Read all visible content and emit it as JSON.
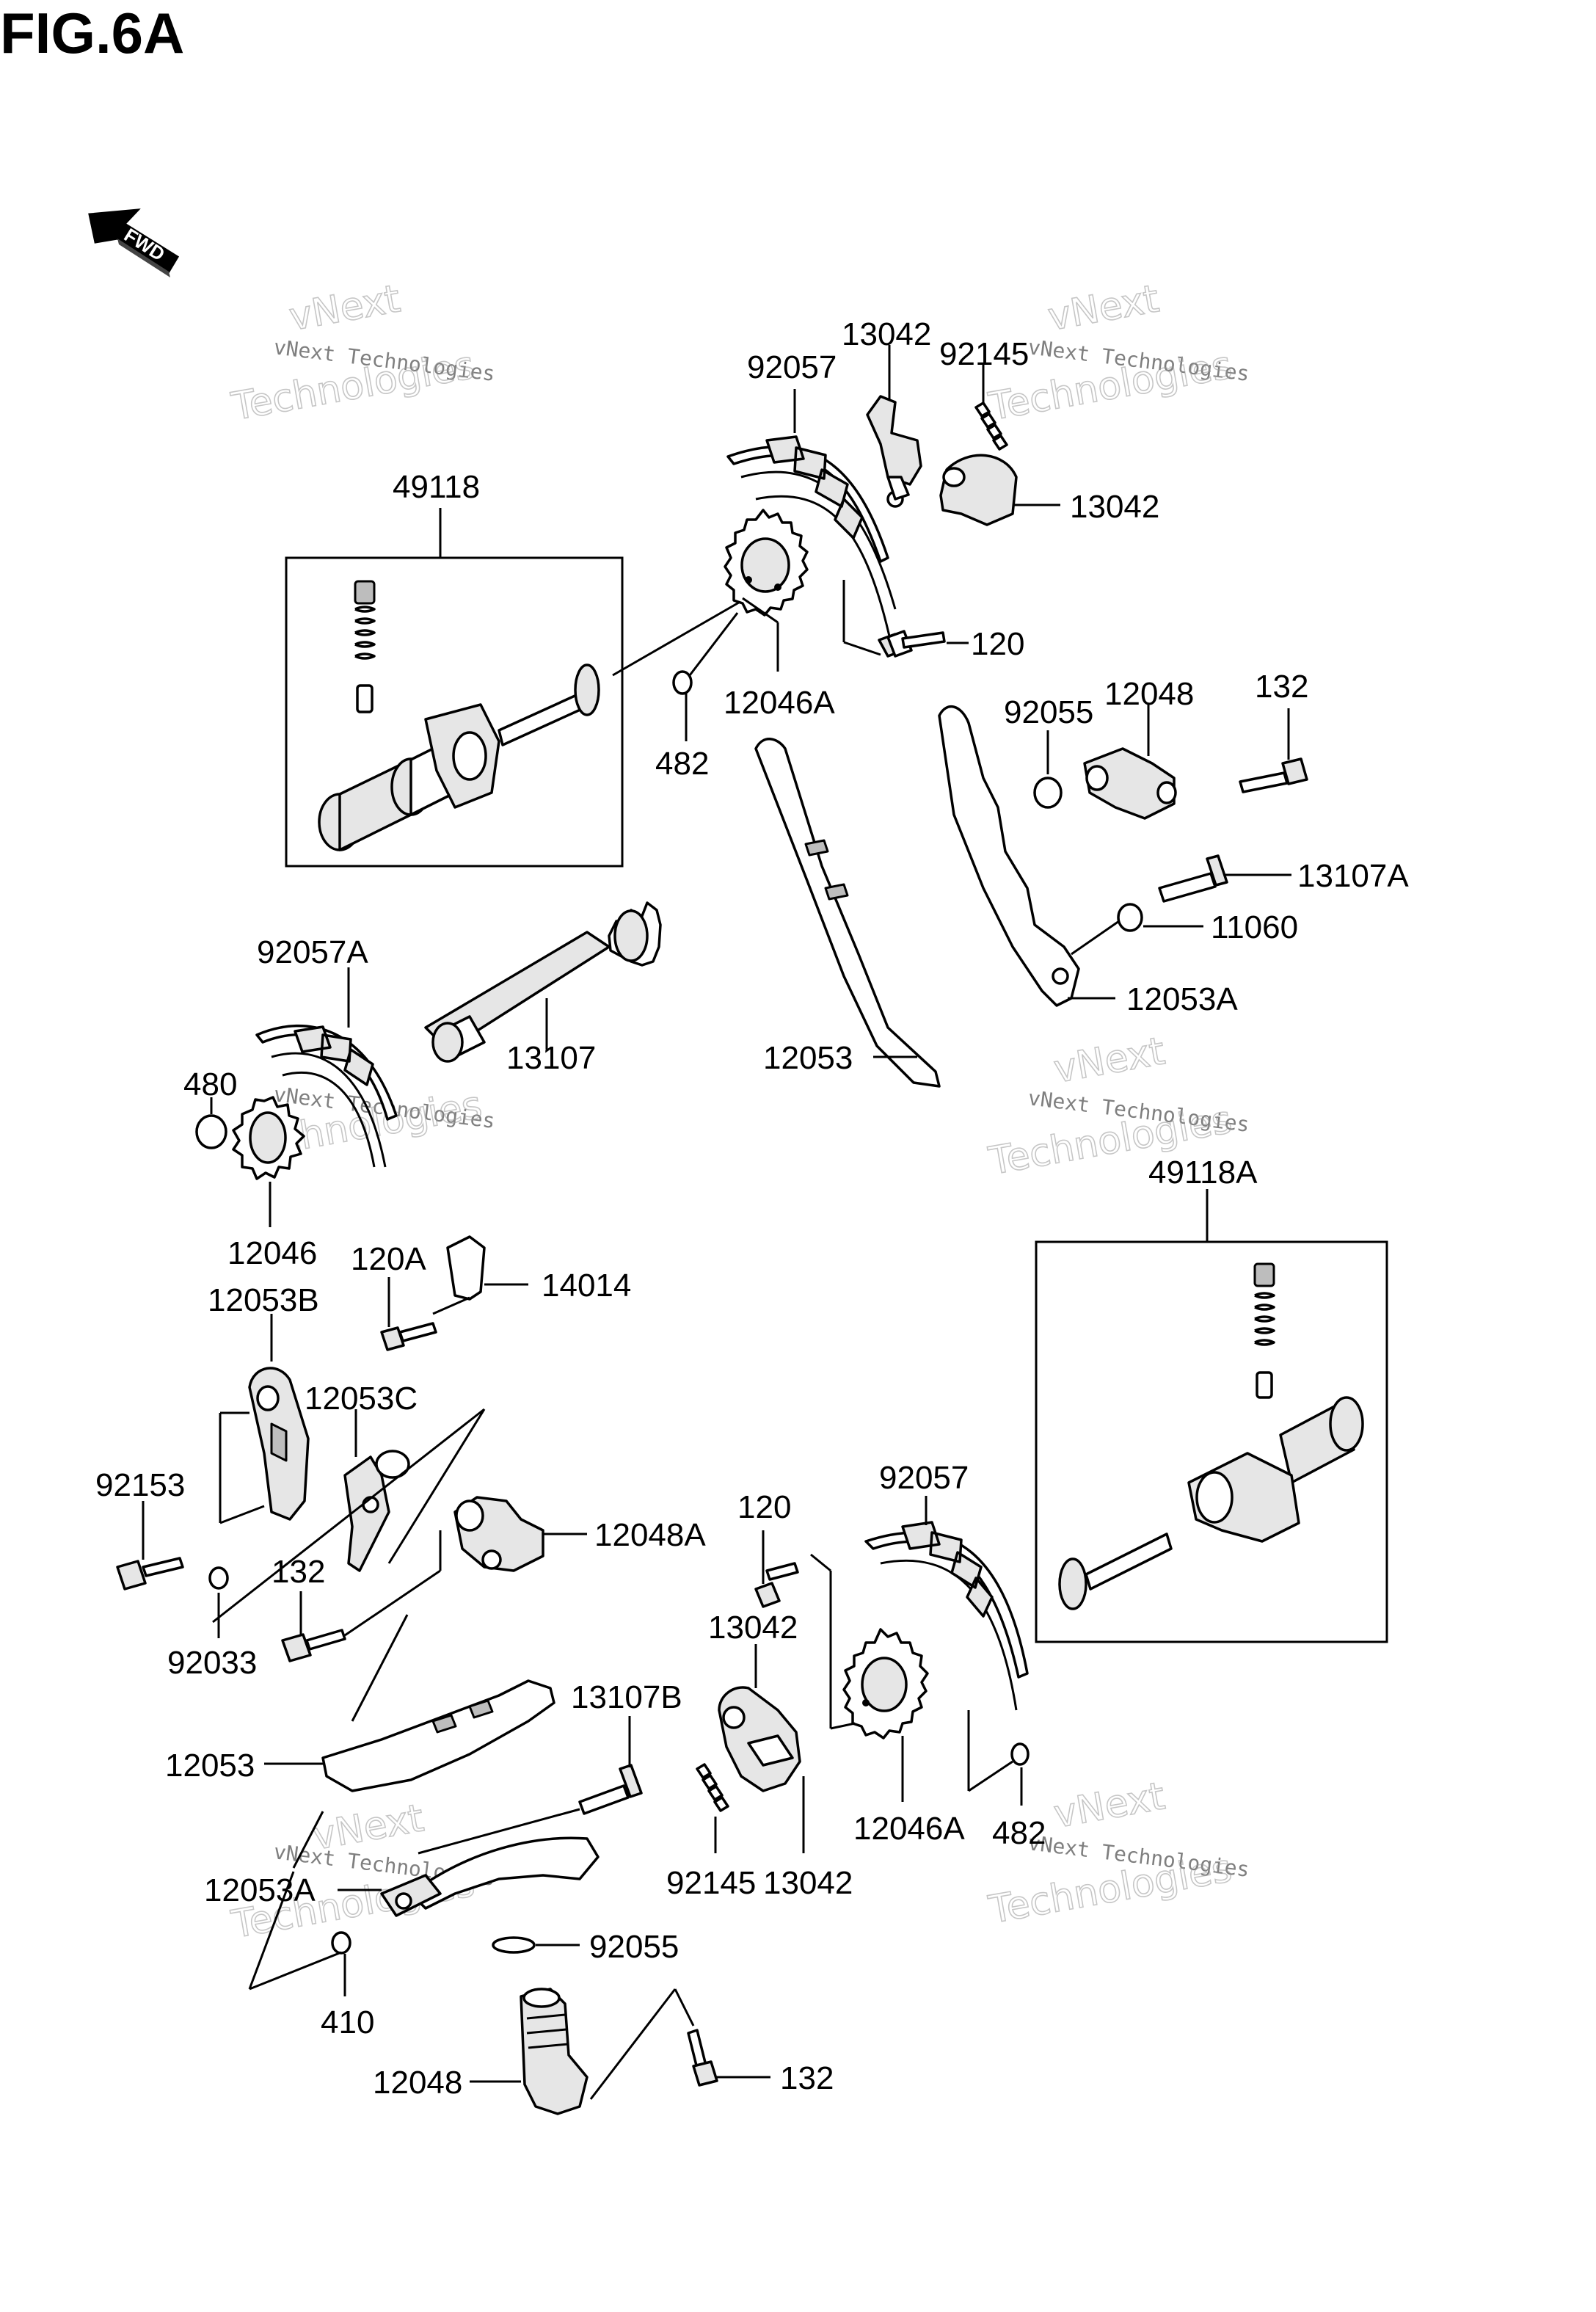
{
  "figure": {
    "title": "FIG.6A",
    "fwd_label": "FWD"
  },
  "watermark": {
    "line1": "vNext Technologies",
    "line2": "vNext",
    "line3": "Technologies"
  },
  "part_labels": {
    "p92057_top": "92057",
    "p13042_top": "13042",
    "p92145_top": "92145",
    "p13042_right": "13042",
    "p49118": "49118",
    "p120_top": "120",
    "p12046A_top": "12046A",
    "p482_top": "482",
    "p92055_top": "92055",
    "p12048_top": "12048",
    "p132_top": "132",
    "p13107A": "13107A",
    "p11060": "11060",
    "p12053A_top": "12053A",
    "p12053_mid": "12053",
    "p92057A": "92057A",
    "p13107": "13107",
    "p480": "480",
    "p12046": "12046",
    "p120A": "120A",
    "p14014": "14014",
    "p12053B": "12053B",
    "p12053C": "12053C",
    "p92153": "92153",
    "p12048A": "12048A",
    "p132_mid": "132",
    "p92033": "92033",
    "p49118A": "49118A",
    "p120_bottom": "120",
    "p92057_bottom": "92057",
    "p13042_bottom": "13042",
    "p13107B": "13107B",
    "p12053_bottom": "12053",
    "p12046A_bottom": "12046A",
    "p482_bottom": "482",
    "p92145_bottom": "92145",
    "p13042_bottom2": "13042",
    "p12053A_bottom": "12053A",
    "p92055_bottom": "92055",
    "p410": "410",
    "p12048_bottom": "12048",
    "p132_bottom": "132"
  }
}
